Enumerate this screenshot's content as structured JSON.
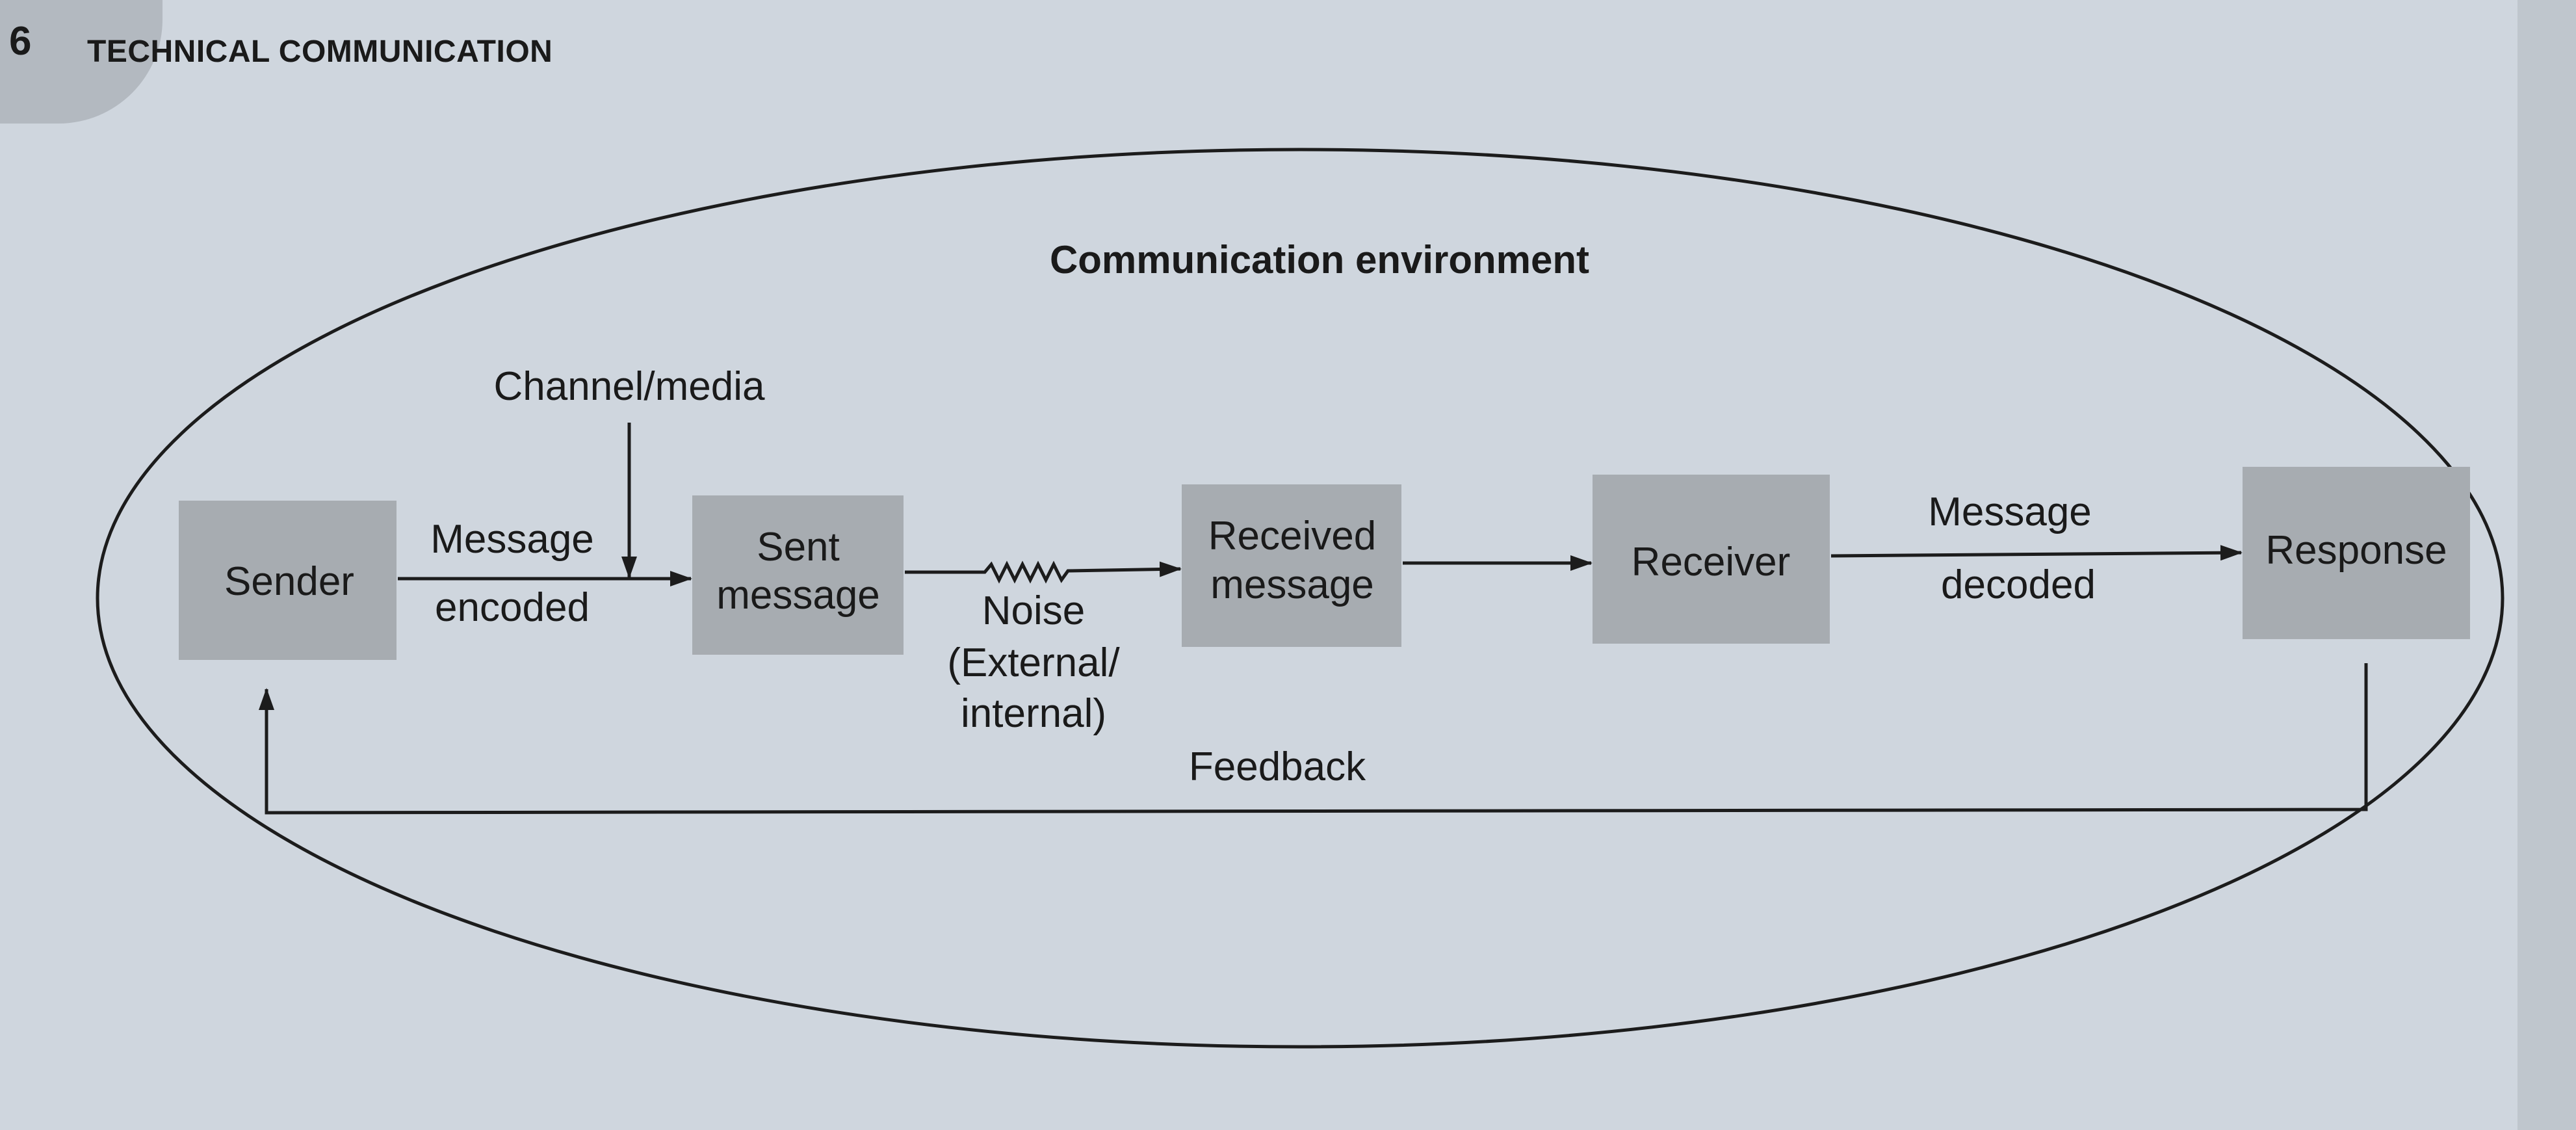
{
  "page": {
    "number": "6",
    "running_head": "TECHNICAL COMMUNICATION"
  },
  "diagram": {
    "title": "Communication environment",
    "nodes": {
      "sender": "Sender",
      "sent_message": [
        "Sent",
        "message"
      ],
      "received_message": [
        "Received",
        "message"
      ],
      "receiver": "Receiver",
      "response": "Response"
    },
    "labels": {
      "message_encoded": [
        "Message",
        "encoded"
      ],
      "channel_media": "Channel/media",
      "noise": [
        "Noise",
        "(External/",
        "internal)"
      ],
      "message_decoded": [
        "Message",
        "decoded"
      ],
      "feedback": "Feedback"
    },
    "colors": {
      "background": "#cfd6de",
      "box_fill": "#a7acb1",
      "line": "#1c1c1c"
    }
  }
}
